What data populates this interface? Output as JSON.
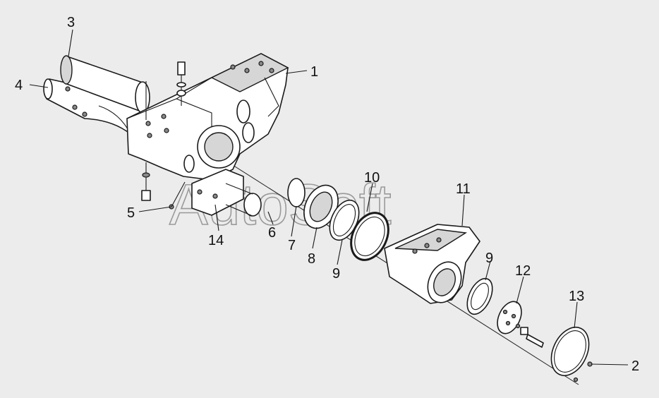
{
  "watermark": "AutoSoft",
  "callouts": [
    {
      "id": "1",
      "label": "1"
    },
    {
      "id": "2",
      "label": "2"
    },
    {
      "id": "3",
      "label": "3"
    },
    {
      "id": "4",
      "label": "4"
    },
    {
      "id": "5",
      "label": "5"
    },
    {
      "id": "6",
      "label": "6"
    },
    {
      "id": "7",
      "label": "7"
    },
    {
      "id": "8",
      "label": "8"
    },
    {
      "id": "9a",
      "label": "9"
    },
    {
      "id": "9b",
      "label": "9"
    },
    {
      "id": "10",
      "label": "10"
    },
    {
      "id": "11",
      "label": "11"
    },
    {
      "id": "12",
      "label": "12"
    },
    {
      "id": "13",
      "label": "13"
    },
    {
      "id": "14",
      "label": "14"
    }
  ]
}
